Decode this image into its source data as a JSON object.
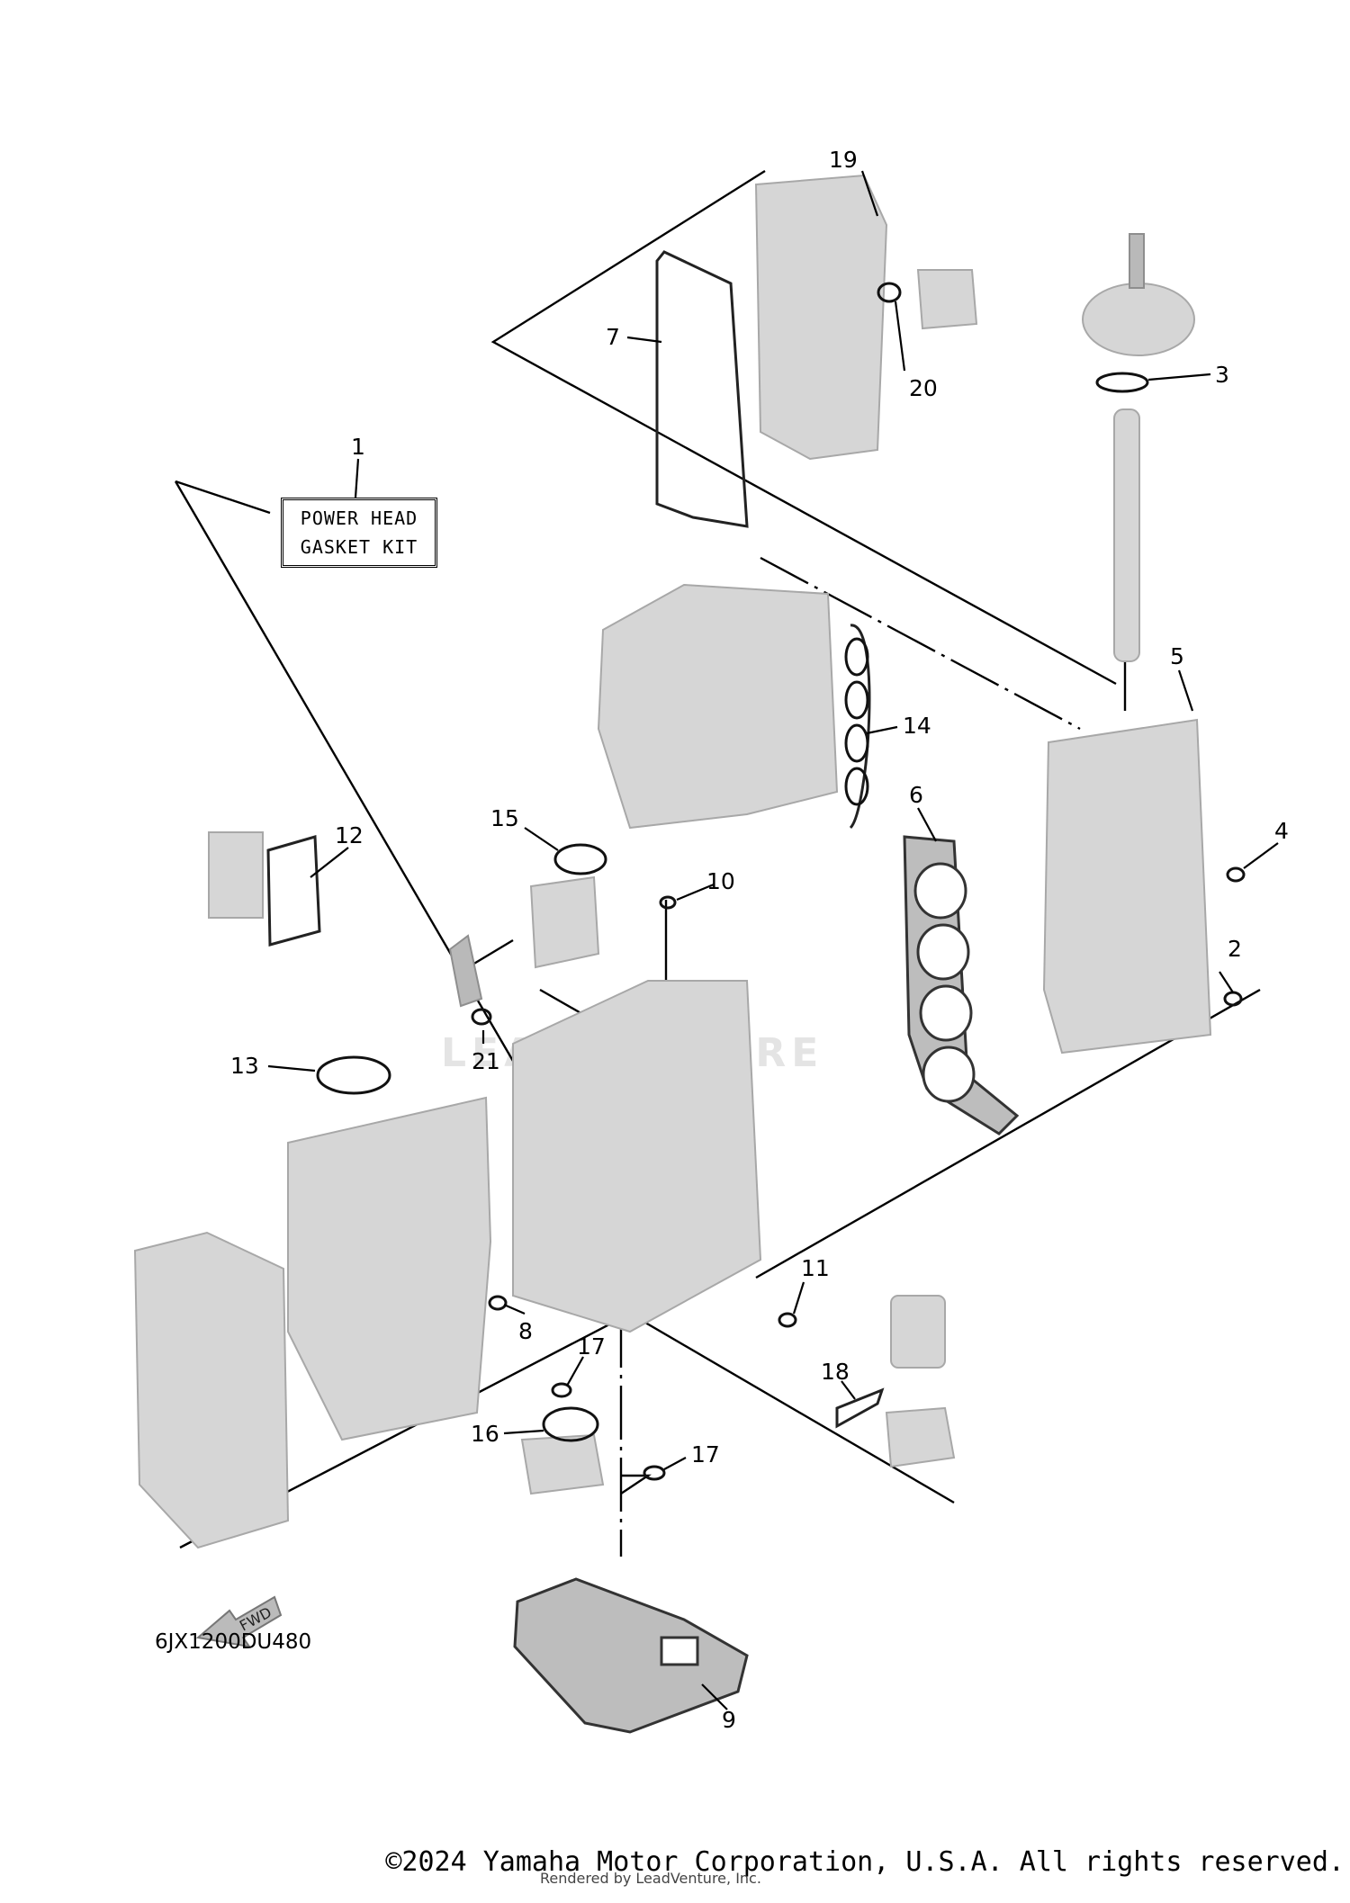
{
  "diagram": {
    "kit_label_line1": "POWER HEAD",
    "kit_label_line2": "GASKET KIT",
    "diagram_code": "6JX1200DU480",
    "fwd_label": "FWD",
    "watermark": "LEADVENTURE",
    "copyright": "©2024 Yamaha Motor Corporation, U.S.A. All rights reserved.",
    "render_credit": "Rendered by LeadVenture, Inc.",
    "callouts": {
      "c1": "1",
      "c2": "2",
      "c3": "3",
      "c4": "4",
      "c5": "5",
      "c6": "6",
      "c7": "7",
      "c8": "8",
      "c9": "9",
      "c10": "10",
      "c11": "11",
      "c12": "12",
      "c13": "13",
      "c14": "14",
      "c15": "15",
      "c16": "16",
      "c17a": "17",
      "c17b": "17",
      "c18": "18",
      "c19": "19",
      "c20": "20",
      "c21": "21"
    }
  }
}
